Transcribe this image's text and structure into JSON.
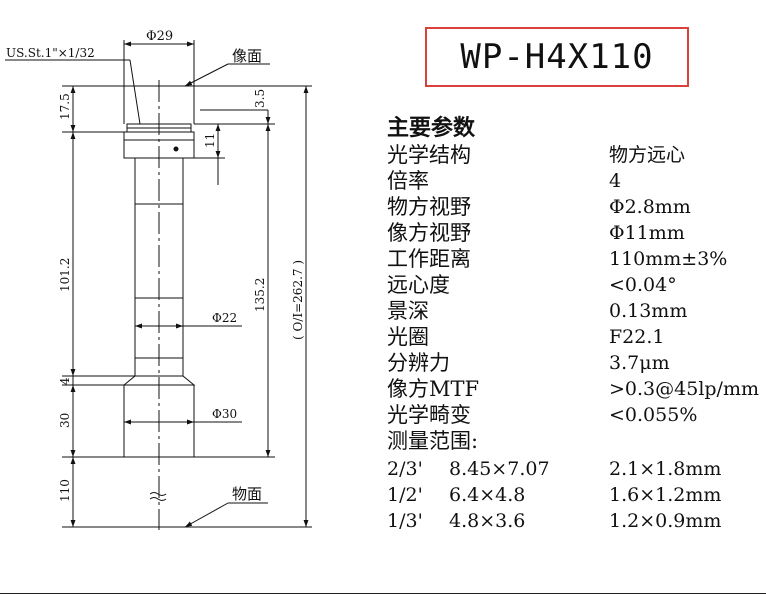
{
  "model": "WP-H4X110",
  "drawing": {
    "thread_label": "US.St.1\"×1/32",
    "image_plane_label": "像面",
    "object_plane_label": "物面",
    "dim_top_diameter": "Φ29",
    "dim_mid_diameter": "Φ22",
    "dim_front_diameter": "Φ30",
    "dim_17_5": "17.5",
    "dim_3_5": "3.5",
    "dim_11": "11",
    "dim_101_2": "101.2",
    "dim_135_2": "135.2",
    "dim_oi": "( O/I=262.7 )",
    "dim_4": "4",
    "dim_30": "30",
    "dim_110": "110"
  },
  "specs": {
    "title": "主要参数",
    "rows": [
      {
        "k": "光学结构",
        "v": "物方远心"
      },
      {
        "k": "倍率",
        "v": "4"
      },
      {
        "k": "物方视野",
        "v": "Φ2.8mm"
      },
      {
        "k": "像方视野",
        "v": "Φ11mm"
      },
      {
        "k": "工作距离",
        "v": "110mm±3%"
      },
      {
        "k": "远心度",
        "v": "<0.04°"
      },
      {
        "k": "景深",
        "v": "0.13mm"
      },
      {
        "k": "光圈",
        "v": "F22.1"
      },
      {
        "k": "分辨力",
        "v": "3.7μm"
      },
      {
        "k": "像方MTF",
        "v": ">0.3@45lp/mm"
      },
      {
        "k": "光学畸变",
        "v": "<0.055%"
      }
    ],
    "range_title": "测量范围:",
    "ranges": [
      {
        "s": "2/3'",
        "f": "8.45×7.07",
        "i": "2.1×1.8mm"
      },
      {
        "s": "1/2'",
        "f": "6.4×4.8",
        "i": "1.6×1.2mm"
      },
      {
        "s": "1/3'",
        "f": "4.8×3.6",
        "i": "1.2×0.9mm"
      }
    ]
  }
}
